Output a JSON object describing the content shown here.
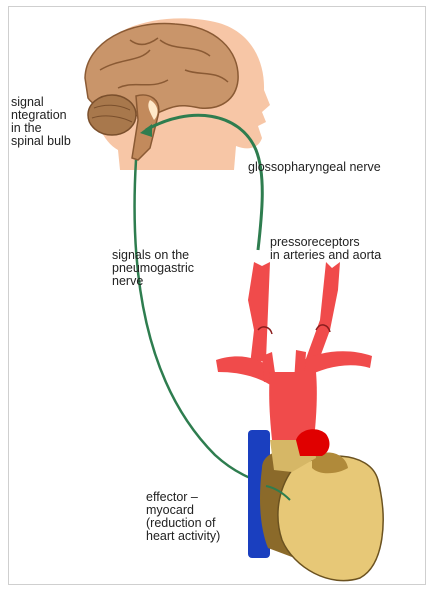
{
  "labels": {
    "signal_integration": "signal\nntegration\nin the\nspinal bulb",
    "glossopharyngeal": "glossopharyngeal nerve",
    "pressoreceptors": "pressoreceptors\nin arteries and aorta",
    "pneumogastric": "signals on the\npneumogastric\nnerve",
    "effector": "effector –\nmyocard\n(reduction of\nheart activity)"
  },
  "colors": {
    "skin": "#f7c6a6",
    "brain": "#c9956a",
    "brain_dark": "#8a5a34",
    "nerve": "#2e7d4f",
    "artery": "#f04b4b",
    "aorta_dark": "#e00000",
    "vein": "#1a3fbf",
    "heart": "#e7c877",
    "heart_dark": "#8b6a2a"
  }
}
